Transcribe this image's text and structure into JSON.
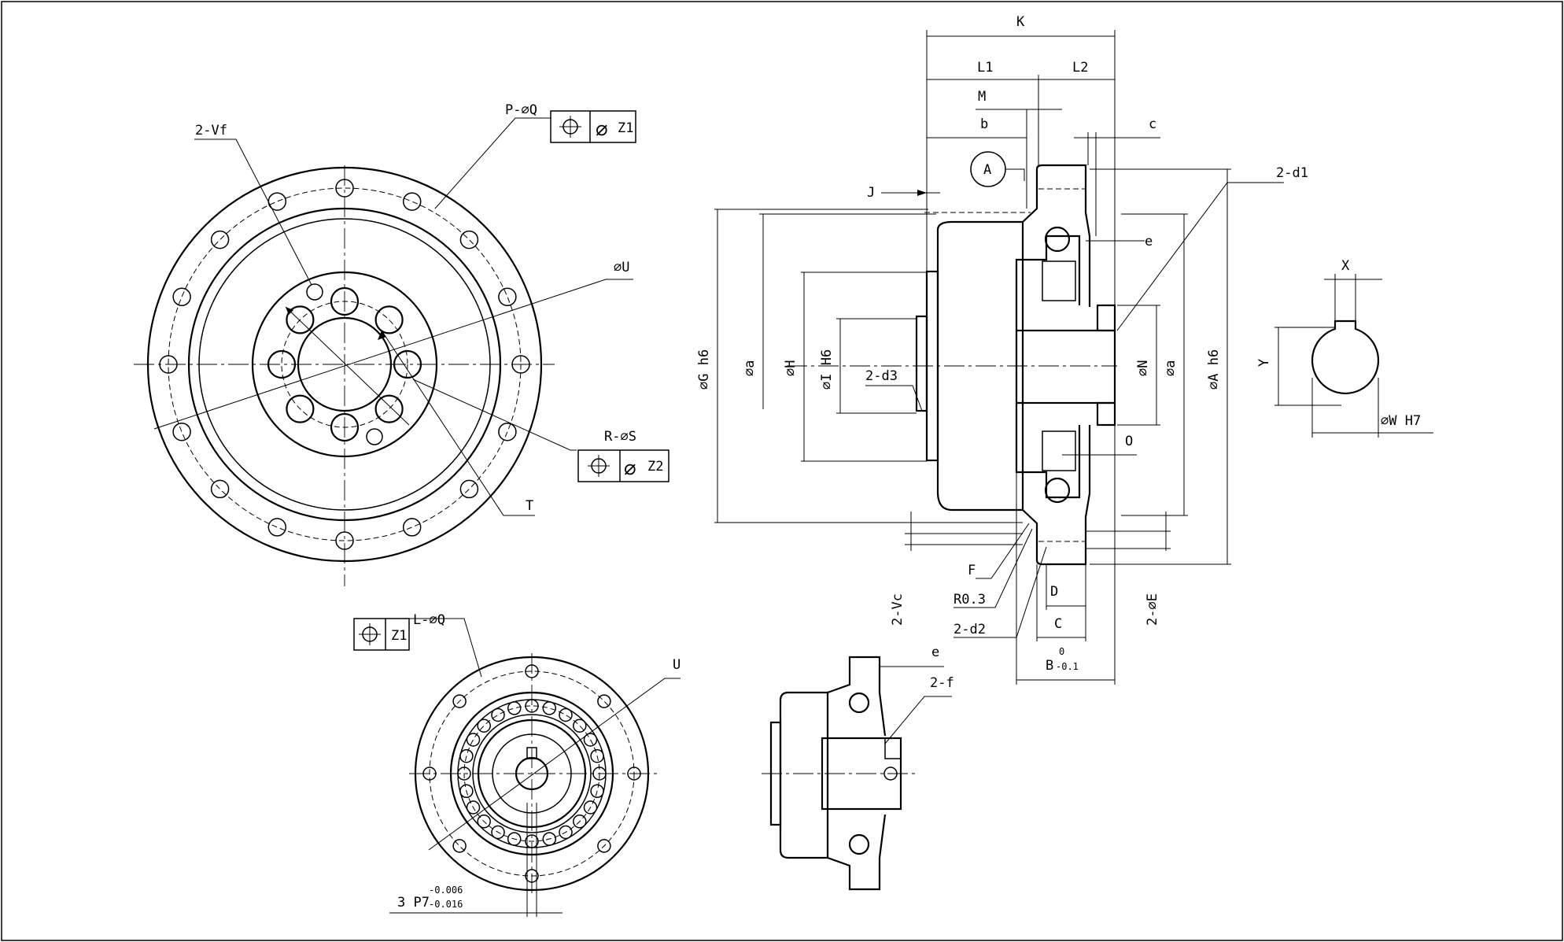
{
  "labels": {
    "K": "K",
    "L1": "L1",
    "L2": "L2",
    "M": "M",
    "b": "b",
    "c": "c",
    "A": "A",
    "J": "J",
    "d1": "2-d1",
    "e": "e",
    "X": "X",
    "Y": "Y",
    "W": "⌀W H7",
    "G": "⌀G h6",
    "a_left": "⌀a",
    "H": "⌀H",
    "I": "⌀I H6",
    "d3": "2-d3",
    "N": "⌀N",
    "a_right": "⌀a",
    "A_h6": "⌀A h6",
    "O": "O",
    "F": "F",
    "R03": "R0.3",
    "d2": "2-d2",
    "Vc": "2-Vc",
    "D": "D",
    "C": "C",
    "B": "B",
    "B_up": "0",
    "B_low": "-0.1",
    "E": "2-⌀E",
    "Vf": "2-Vf",
    "PQ": "P-⌀Q",
    "Z1": "Z1",
    "U_dia": "⌀U",
    "RS": "R-⌀S",
    "Z2": "Z2",
    "T": "T",
    "LQ": "L-⌀Q",
    "Z1b": "Z1",
    "U": "U",
    "P7": "3 P7",
    "P7_up": "-0.006",
    "P7_low": "-0.016",
    "e_small": "e",
    "f": "2-f"
  }
}
